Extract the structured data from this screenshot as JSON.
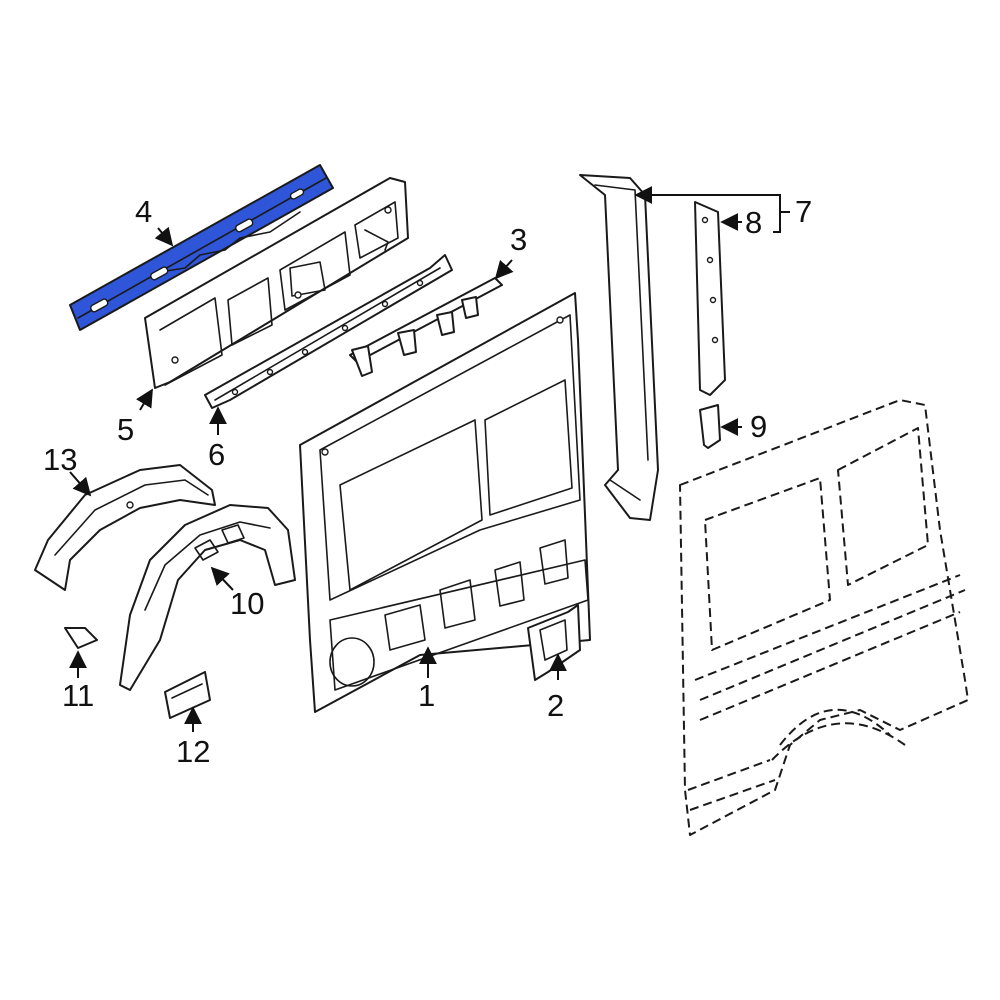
{
  "diagram": {
    "highlight_color": "#2f56d8",
    "line_color": "#1a1a1a",
    "highlighted_part": "4",
    "callouts": [
      {
        "id": "c1",
        "label": "1"
      },
      {
        "id": "c2",
        "label": "2"
      },
      {
        "id": "c3",
        "label": "3"
      },
      {
        "id": "c4",
        "label": "4"
      },
      {
        "id": "c5",
        "label": "5"
      },
      {
        "id": "c6",
        "label": "6"
      },
      {
        "id": "c7",
        "label": "7"
      },
      {
        "id": "c8",
        "label": "8"
      },
      {
        "id": "c9",
        "label": "9"
      },
      {
        "id": "c10",
        "label": "10"
      },
      {
        "id": "c11",
        "label": "11"
      },
      {
        "id": "c12",
        "label": "12"
      },
      {
        "id": "c13",
        "label": "13"
      }
    ]
  }
}
